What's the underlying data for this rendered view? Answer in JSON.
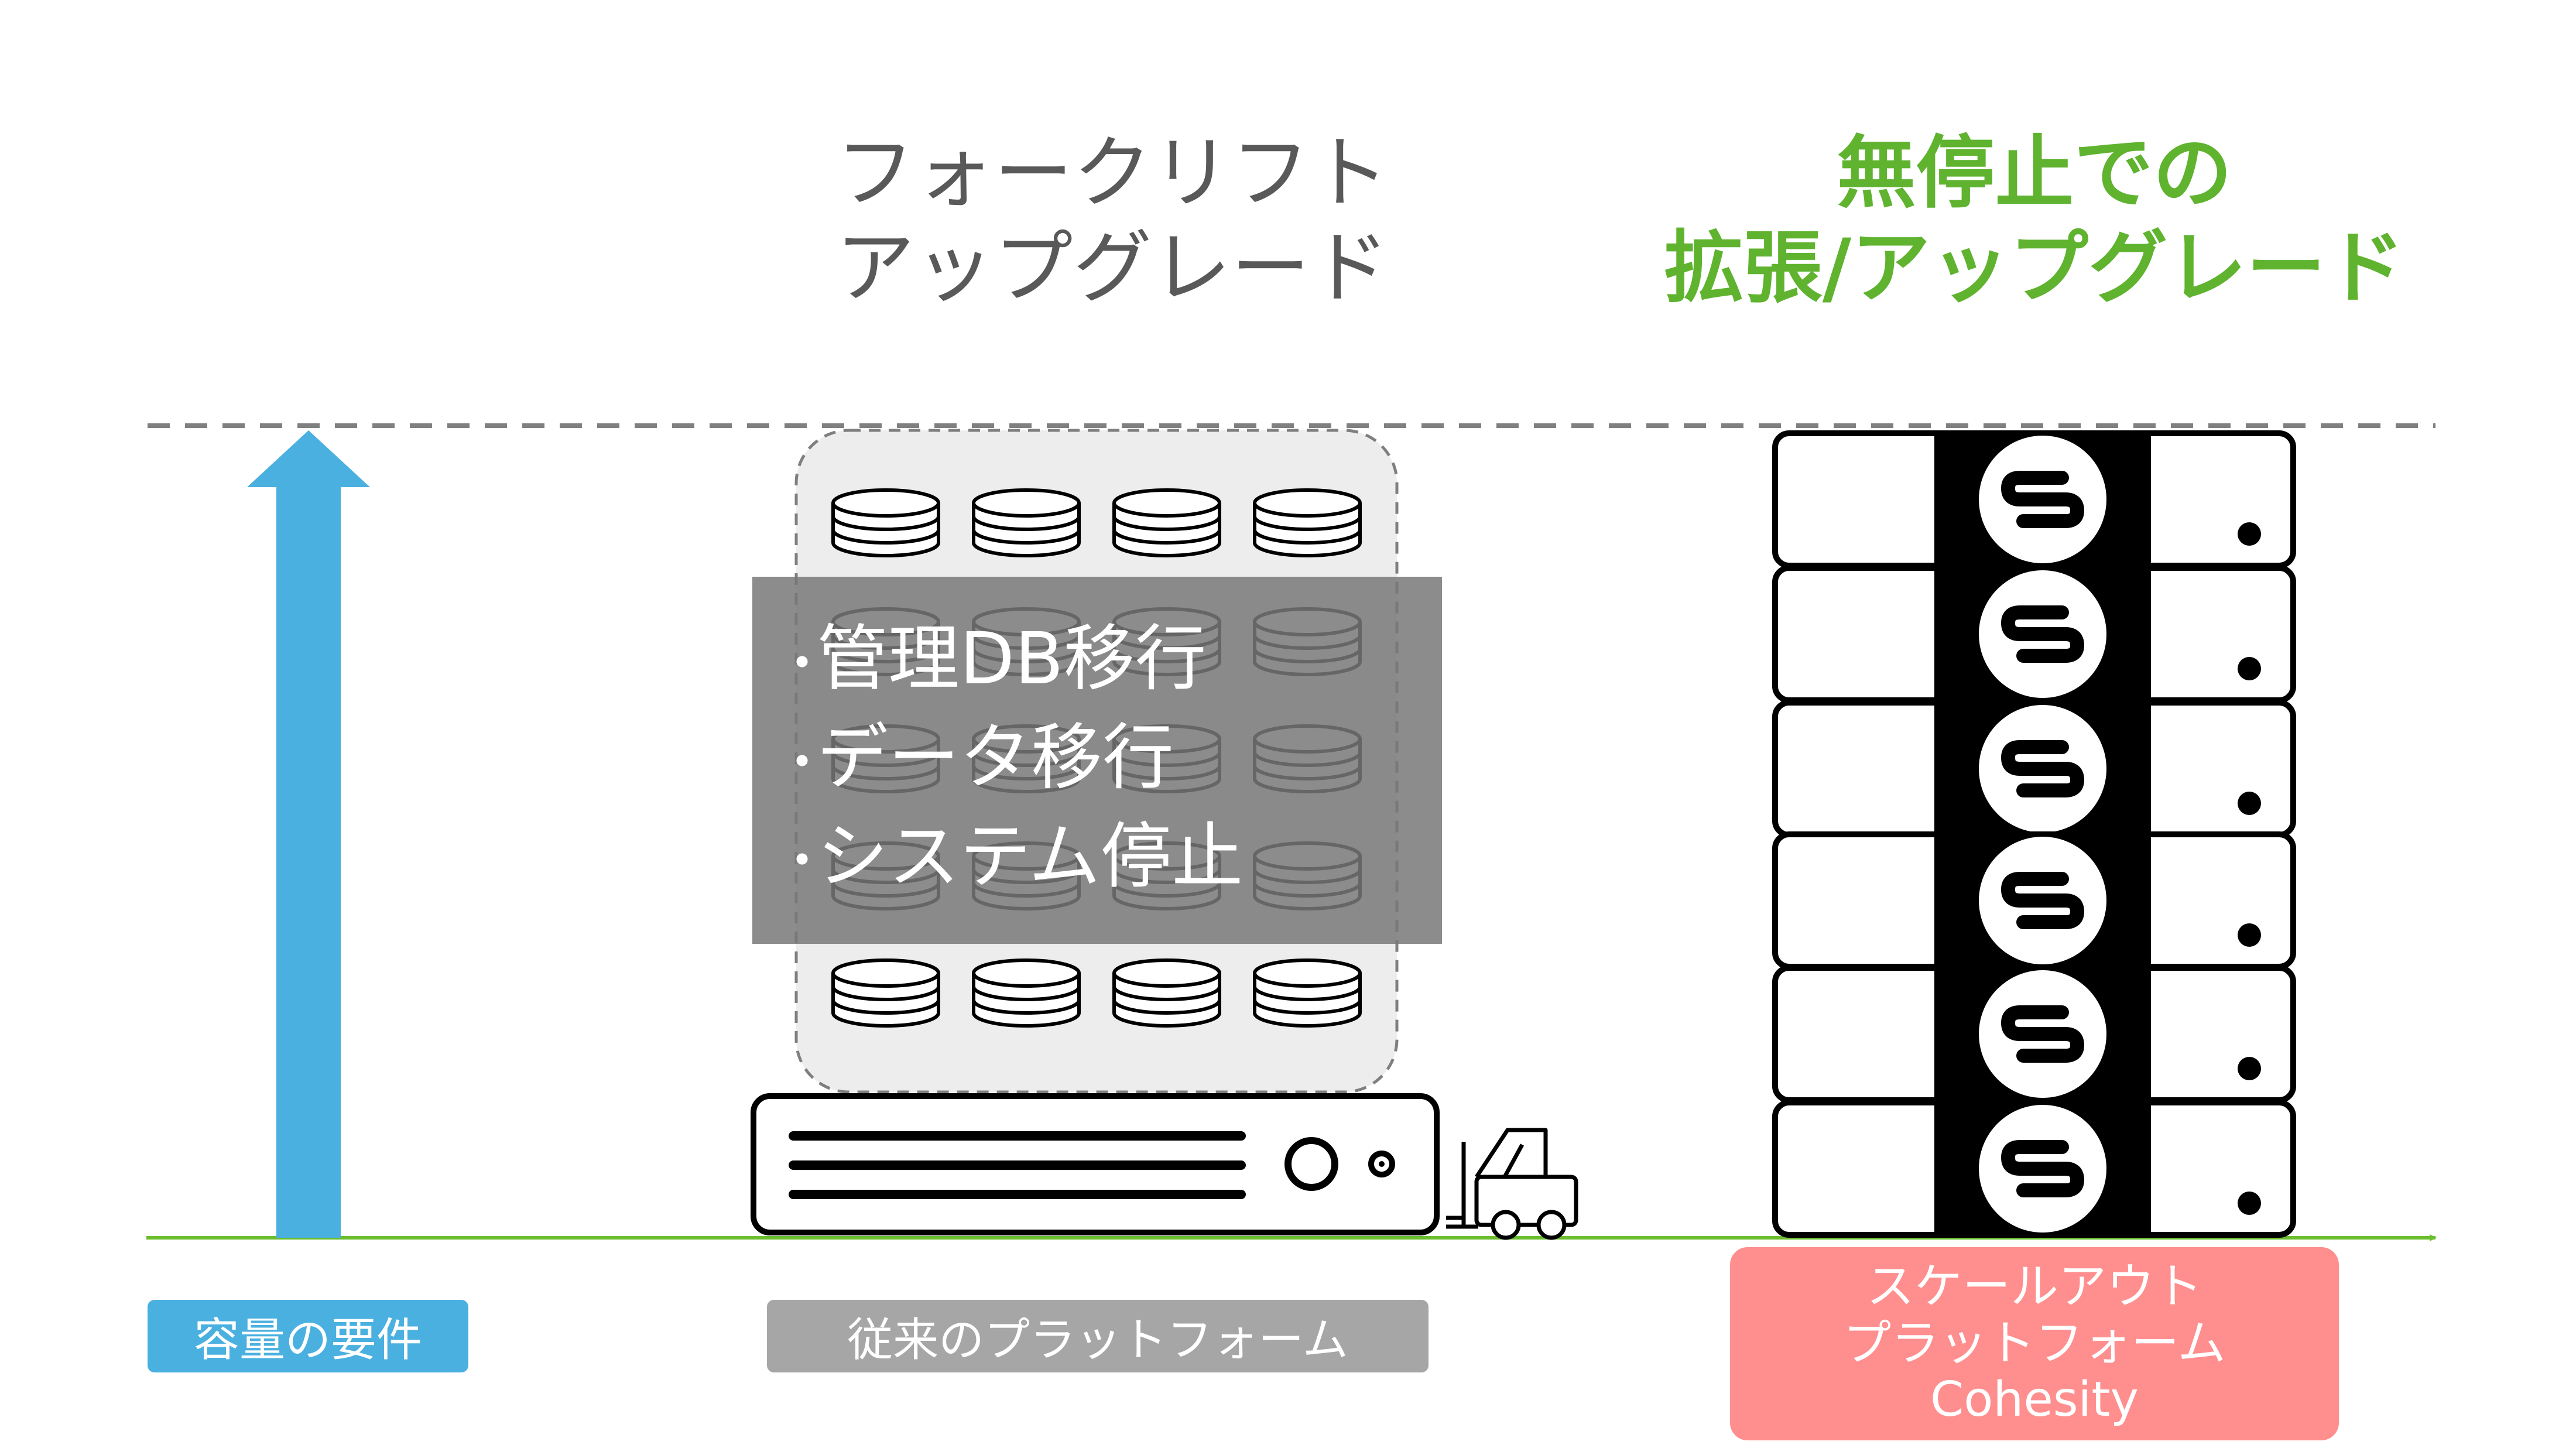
{
  "left_title": {
    "line1": "フォークリフト",
    "line2": "アップグレード"
  },
  "right_title": {
    "line1": "無停止での",
    "line2": "拡張/アップグレード"
  },
  "overlay": {
    "items": [
      "管理DB移行",
      "データ移行",
      "システム停止"
    ],
    "bullet": "・"
  },
  "labels": {
    "capacity": "容量の要件",
    "legacy": "従来のプラットフォーム",
    "scaleout_line1": "スケールアウト",
    "scaleout_line2": "プラットフォーム",
    "scaleout_line3": "Cohesity"
  },
  "icons": {
    "arrow": "up-arrow-icon",
    "database": "database-icon",
    "server": "server-icon",
    "forklift": "forklift-icon",
    "cohesity_logo": "cohesity-logo-icon"
  },
  "colors": {
    "capacity_blue": "#4ab0e0",
    "cohesity_green": "#5fb32f",
    "legacy_gray": "#a6a6a6",
    "scaleout_pink": "#ff8e8e",
    "dashed_line": "#808080"
  }
}
